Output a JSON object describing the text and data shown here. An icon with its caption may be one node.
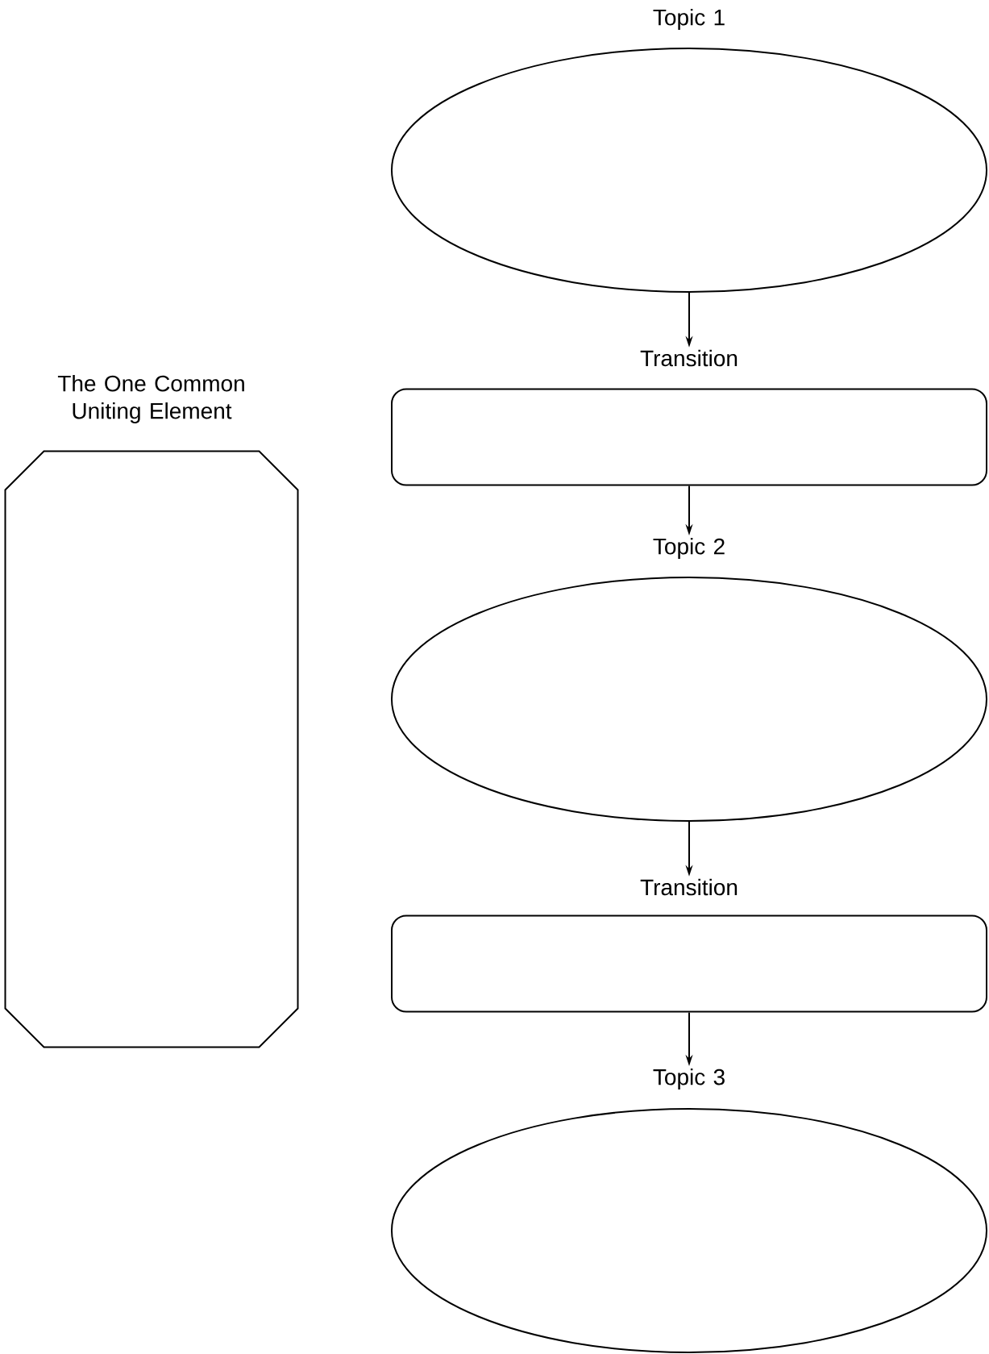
{
  "diagram": {
    "nodes": [
      {
        "text": [
          "Topic 1"
        ]
      },
      {
        "text": [
          "Transition"
        ]
      },
      {
        "text": [
          "Topic 2"
        ]
      },
      {
        "text": [
          "Transition"
        ]
      },
      {
        "text": [
          "Topic 3"
        ]
      },
      {
        "text": [
          "The One Common Uniting Element"
        ]
      }
    ],
    "edges": [
      {
        "from": 0,
        "to": 1,
        "arrow": "to"
      },
      {
        "from": 1,
        "to": 2,
        "arrow": "to"
      },
      {
        "from": 2,
        "to": 3,
        "arrow": "to"
      },
      {
        "from": 3,
        "to": 4,
        "arrow": "to"
      }
    ]
  }
}
